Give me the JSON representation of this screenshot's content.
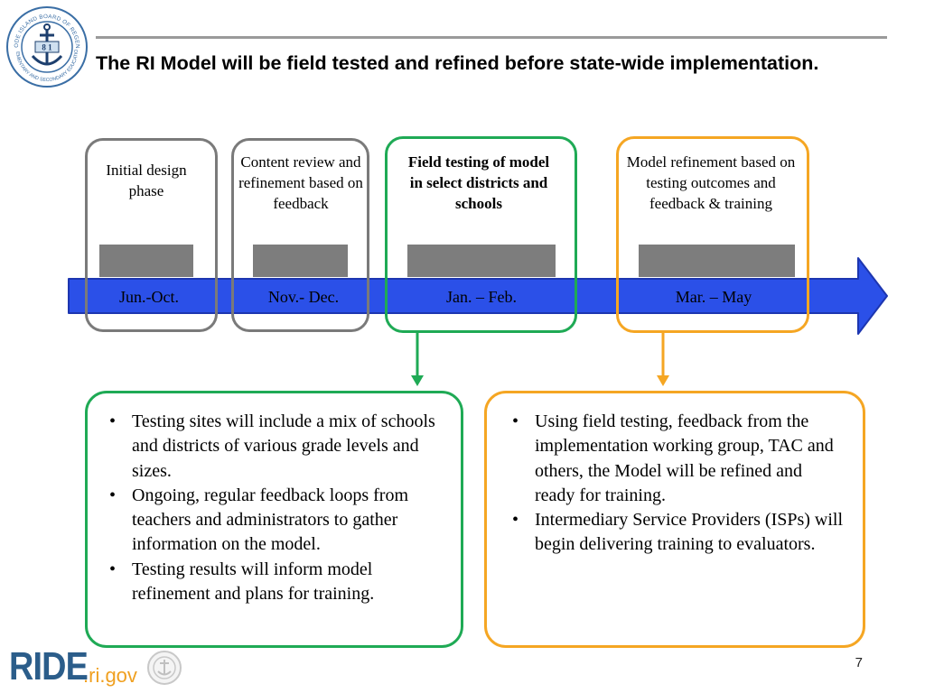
{
  "header": {
    "seal_text_top": "RHODE ISLAND BOARD OF REGENTS",
    "seal_text_bottom": "ELEMENTARY AND SECONDARY EDUCATION",
    "seal_number": "8 1",
    "title": "The RI Model will be field tested and refined before state-wide implementation."
  },
  "timeline": {
    "phases": [
      {
        "label": "Initial design phase",
        "date": "Jun.-Oct."
      },
      {
        "label": "Content review and refinement based on feedback",
        "date": "Nov.- Dec."
      },
      {
        "label": "Field testing of model in select districts and schools",
        "date": "Jan. – Feb."
      },
      {
        "label": "Model refinement based on testing outcomes and feedback & training",
        "date": "Mar. – May"
      }
    ]
  },
  "details": {
    "field_testing": [
      "Testing sites will include a mix of schools and districts of various grade levels and sizes.",
      "Ongoing, regular feedback loops from teachers and administrators to gather information on the model.",
      "Testing results will inform model refinement and plans for training."
    ],
    "refinement": [
      "Using field testing, feedback from the implementation working group, TAC and others, the Model will be refined and ready for training.",
      "Intermediary Service Providers (ISPs) will begin delivering training to evaluators."
    ]
  },
  "footer": {
    "logo_text": "RIDE",
    "logo_domain": ".ri.gov",
    "page_number": "7"
  },
  "colors": {
    "arrow": "#2b50e8",
    "green": "#1faa55",
    "orange": "#f5a623",
    "gray_box": "#7a7a7a",
    "brand_blue": "#2b5d8a",
    "brand_orange": "#f0a020"
  }
}
